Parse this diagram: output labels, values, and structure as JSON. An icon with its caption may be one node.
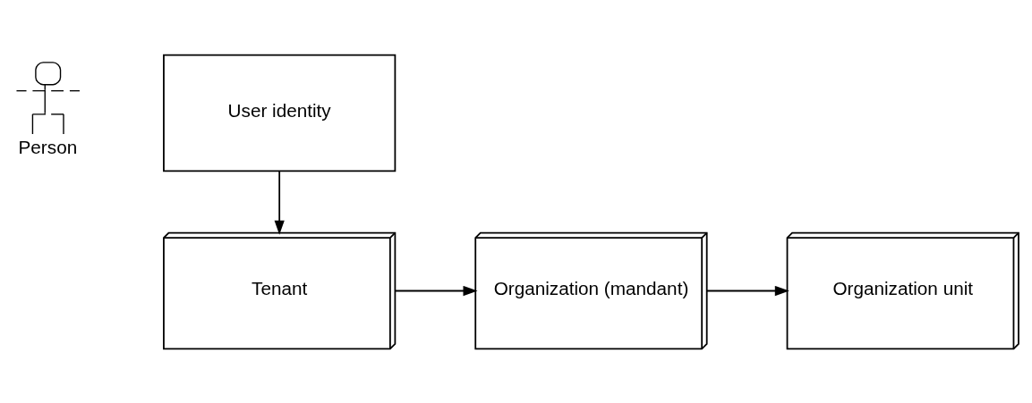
{
  "diagram": {
    "nodes": [
      {
        "text": [],
        "shape": "person",
        "beside": [
          "Person"
        ]
      },
      {
        "text": [
          "User identity"
        ]
      },
      {
        "text": [
          "Tenant"
        ]
      },
      {
        "text": [
          "Organization (mandant)"
        ]
      },
      {
        "text": [
          "Organization unit"
        ]
      }
    ],
    "edges": [
      {
        "from": 1,
        "to": 2,
        "arrow": "to"
      },
      {
        "from": 2,
        "to": 3,
        "arrow": "to"
      },
      {
        "from": 3,
        "to": 4,
        "arrow": "to"
      }
    ]
  }
}
